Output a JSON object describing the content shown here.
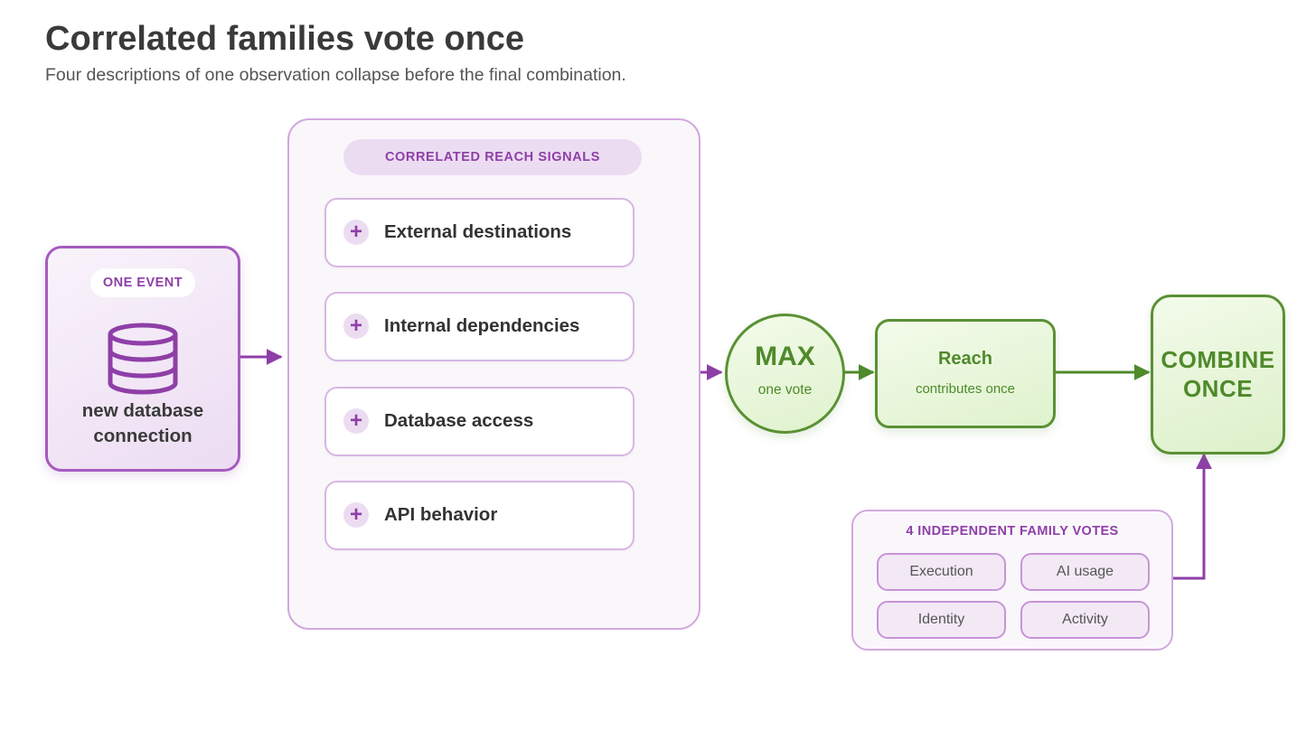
{
  "header": {
    "title": "Correlated families vote once",
    "subtitle": "Four descriptions of one observation collapse before the final combination."
  },
  "event": {
    "tag": "ONE EVENT",
    "icon": "database-icon",
    "label_line1": "new database",
    "label_line2": "connection"
  },
  "signals": {
    "header": "CORRELATED REACH SIGNALS",
    "icon": "plus-icon",
    "plus_glyph": "+",
    "items": [
      {
        "label": "External destinations"
      },
      {
        "label": "Internal dependencies"
      },
      {
        "label": "Database access"
      },
      {
        "label": "API behavior"
      }
    ]
  },
  "max_node": {
    "title": "MAX",
    "subtitle": "one vote"
  },
  "reach_node": {
    "title": "Reach",
    "subtitle": "contributes once"
  },
  "combine_node": {
    "line1": "COMBINE",
    "line2": "ONCE"
  },
  "families": {
    "header": "4 INDEPENDENT FAMILY VOTES",
    "items": [
      {
        "label": "Execution"
      },
      {
        "label": "AI usage"
      },
      {
        "label": "Identity"
      },
      {
        "label": "Activity"
      }
    ]
  },
  "colors": {
    "purple_accent": "#8e3fa7",
    "purple_border": "#a55bbe",
    "purple_light": "#ecdcf2",
    "green_accent": "#4f8a2b",
    "green_border": "#5a9134",
    "green_fill": "#e6f5d8"
  }
}
